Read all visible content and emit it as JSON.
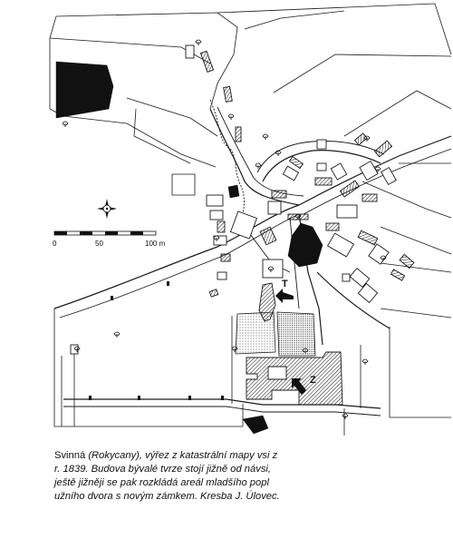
{
  "map": {
    "scale_labels": [
      "0",
      "50",
      "100 m"
    ],
    "markers": [
      "T",
      "Z"
    ]
  },
  "caption": {
    "place": "Svinná",
    "text": " (Rokycany), výřez z katastrální mapy vsi z r. 1839. Budova bývalé tvrze stojí jižně od návsi, ještě jižněji se pak rozkládá areál mladšího popl užního dvora s novým zámkem. Kresba J. Úlovec."
  }
}
